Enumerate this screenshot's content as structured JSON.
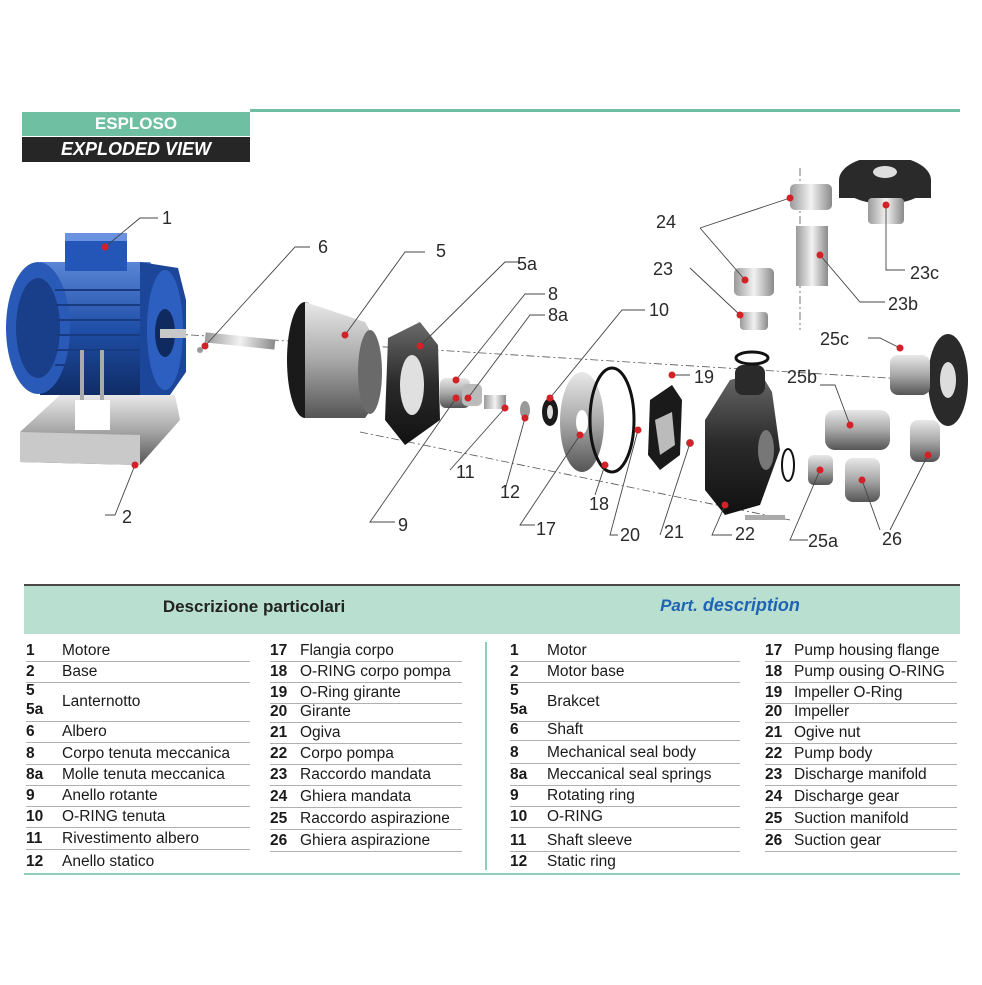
{
  "header": {
    "title_it": "ESPLOSO",
    "title_en": "EXPLODED VIEW"
  },
  "callouts": [
    {
      "id": "1",
      "label": "1"
    },
    {
      "id": "2",
      "label": "2"
    },
    {
      "id": "5",
      "label": "5"
    },
    {
      "id": "5a",
      "label": "5a"
    },
    {
      "id": "6",
      "label": "6"
    },
    {
      "id": "8",
      "label": "8"
    },
    {
      "id": "8a",
      "label": "8a"
    },
    {
      "id": "9",
      "label": "9"
    },
    {
      "id": "10",
      "label": "10"
    },
    {
      "id": "11",
      "label": "11"
    },
    {
      "id": "12",
      "label": "12"
    },
    {
      "id": "17",
      "label": "17"
    },
    {
      "id": "18",
      "label": "18"
    },
    {
      "id": "19",
      "label": "19"
    },
    {
      "id": "20",
      "label": "20"
    },
    {
      "id": "21",
      "label": "21"
    },
    {
      "id": "22",
      "label": "22"
    },
    {
      "id": "23",
      "label": "23"
    },
    {
      "id": "23b",
      "label": "23b"
    },
    {
      "id": "23c",
      "label": "23c"
    },
    {
      "id": "24",
      "label": "24"
    },
    {
      "id": "25a",
      "label": "25a"
    },
    {
      "id": "25b",
      "label": "25b"
    },
    {
      "id": "25c",
      "label": "25c"
    },
    {
      "id": "26",
      "label": "26"
    }
  ],
  "table": {
    "heading_it": "Descrizione particolari",
    "heading_en_prefix": "Part.",
    "heading_en_main": "description",
    "it_left": [
      {
        "num": "1",
        "label": "Motore"
      },
      {
        "num": "2",
        "label": "Base"
      },
      {
        "num": "5\n5a",
        "label": "Lanternotto"
      },
      {
        "num": "6",
        "label": "Albero"
      },
      {
        "num": "8",
        "label": "Corpo tenuta meccanica"
      },
      {
        "num": "8a",
        "label": "Molle tenuta meccanica"
      },
      {
        "num": "9",
        "label": "Anello rotante"
      },
      {
        "num": "10",
        "label": "O-RING tenuta"
      },
      {
        "num": "11",
        "label": "Rivestimento albero"
      },
      {
        "num": "12",
        "label": "Anello statico"
      }
    ],
    "it_right": [
      {
        "num": "17",
        "label": "Flangia corpo"
      },
      {
        "num": "18",
        "label": "O-RING corpo pompa"
      },
      {
        "num": "19",
        "label": "O-Ring girante"
      },
      {
        "num": "20",
        "label": "Girante"
      },
      {
        "num": "21",
        "label": "Ogiva"
      },
      {
        "num": "22",
        "label": "Corpo pompa"
      },
      {
        "num": "23",
        "label": "Raccordo mandata"
      },
      {
        "num": "24",
        "label": "Ghiera mandata"
      },
      {
        "num": "25",
        "label": "Raccordo aspirazione"
      },
      {
        "num": "26",
        "label": "Ghiera aspirazione"
      }
    ],
    "en_left": [
      {
        "num": "1",
        "label": "Motor"
      },
      {
        "num": "2",
        "label": "Motor base"
      },
      {
        "num": "5\n5a",
        "label": "Brakcet"
      },
      {
        "num": "6",
        "label": "Shaft"
      },
      {
        "num": "8",
        "label": "Mechanical seal body"
      },
      {
        "num": "8a",
        "label": "Meccanical seal springs"
      },
      {
        "num": "9",
        "label": "Rotating ring"
      },
      {
        "num": "10",
        "label": "O-RING"
      },
      {
        "num": "11",
        "label": "Shaft sleeve"
      },
      {
        "num": "12",
        "label": "Static ring"
      }
    ],
    "en_right": [
      {
        "num": "17",
        "label": "Pump housing flange"
      },
      {
        "num": "18",
        "label": "Pump ousing O-RING"
      },
      {
        "num": "19",
        "label": "Impeller O-Ring"
      },
      {
        "num": "20",
        "label": "Impeller"
      },
      {
        "num": "21",
        "label": "Ogive nut"
      },
      {
        "num": "22",
        "label": "Pump body"
      },
      {
        "num": "23",
        "label": "Discharge manifold"
      },
      {
        "num": "24",
        "label": "Discharge gear"
      },
      {
        "num": "25",
        "label": "Suction manifold"
      },
      {
        "num": "26",
        "label": "Suction gear"
      }
    ]
  },
  "colors": {
    "accent_green": "#6fbfa3",
    "table_head_bg": "#b9dfd0",
    "dark_badge": "#262626",
    "motor_blue": "#1f4fa8",
    "leader_red": "#d42027",
    "heading_blue": "#1f64b4"
  }
}
